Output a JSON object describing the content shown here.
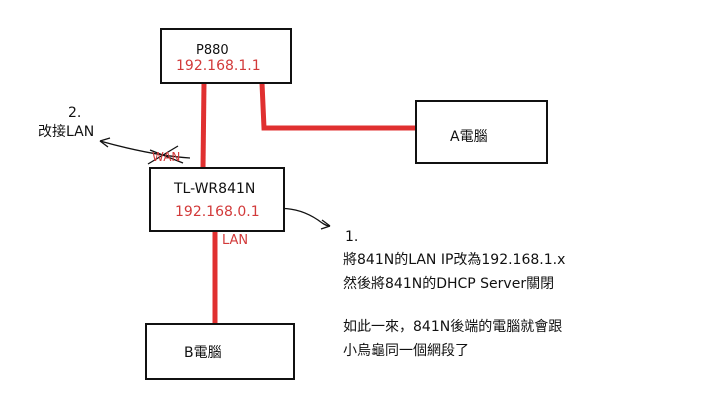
{
  "nodes": {
    "p880": {
      "name": "P880",
      "ip": "192.168.1.1"
    },
    "router": {
      "name": "TL-WR841N",
      "ip": "192.168.0.1"
    },
    "pc_a": {
      "name": "A電腦"
    },
    "pc_b": {
      "name": "B電腦"
    }
  },
  "labels": {
    "wan": "WAN",
    "lan": "LAN"
  },
  "notes": {
    "step2_num": "2.",
    "step2_text": "改接LAN",
    "step1_num": "1.",
    "step1_line1": "將841N的LAN IP改為192.168.1.x",
    "step1_line2": "然後將841N的DHCP Server關閉",
    "step1_line3": "如此一來，841N後端的電腦就會跟",
    "step1_line4": "小烏龜同一個網段了"
  },
  "colors": {
    "wire": "#e03030",
    "ip_text": "#d23a3a",
    "ink": "#111111"
  }
}
